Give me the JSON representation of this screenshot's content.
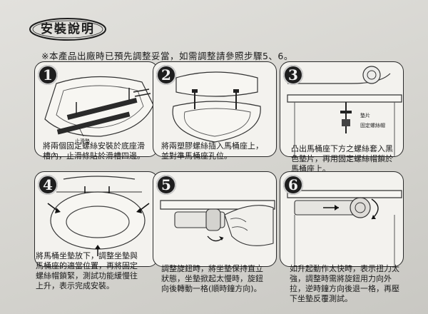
{
  "title": "安裝說明",
  "note": "※本產品出廠時已預先調整妥當，如需調整請參照步驟5、6。",
  "steps": [
    {
      "number": "1",
      "label": "止滑墊",
      "caption": "將兩個固定螺絲安裝於底座滑槽內，止滑條貼於滑槽四邊。"
    },
    {
      "number": "2",
      "caption": "將兩塑膠螺絲插入馬桶座上，並對準馬桶座孔位。"
    },
    {
      "number": "3",
      "label_pad": "墊片",
      "label_nut": "固定螺絲帽",
      "caption": "凸出馬桶座下方之螺絲套入黑色墊片，再用固定螺絲帽鎖於馬桶座上。"
    },
    {
      "number": "4",
      "caption": "將馬桶坐墊放下，調整坐墊與馬桶座的適當位置，再將固定螺絲帽鎖緊，測試功能緩慢往上升，表示完成安裝。"
    },
    {
      "number": "5",
      "caption": "調整旋鈕時，將坐墊保持直立狀態，坐墊掀起太慢時，旋鈕向後轉動一格(順時鐘方向)。"
    },
    {
      "number": "6",
      "caption": "如升起動作太快時，表示扭力太強，調整時需將旋鈕用力向外拉，逆時鐘方向後退一格，再壓下坐墊反覆測試。"
    }
  ]
}
